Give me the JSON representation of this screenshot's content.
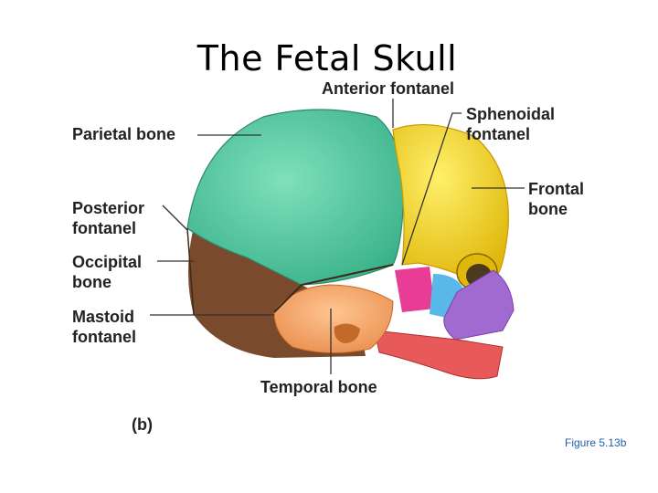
{
  "title": "The Fetal Skull",
  "labels": {
    "anterior_fontanel": "Anterior fontanel",
    "sphenoidal_fontanel": "Sphenoidal\nfontanel",
    "parietal_bone": "Parietal bone",
    "frontal_bone": "Frontal\nbone",
    "posterior_fontanel": "Posterior\nfontanel",
    "occipital_bone": "Occipital\nbone",
    "mastoid_fontanel": "Mastoid\nfontanel",
    "temporal_bone": "Temporal bone"
  },
  "panel_letter": "(b)",
  "figure_caption": "Figure 5.13b",
  "colors": {
    "parietal": "#4cc9a0",
    "frontal": "#f2d21e",
    "occipital": "#7a4a2c",
    "temporal": "#f5a868",
    "sphenoid": "#e83c96",
    "maxilla": "#a06ad0",
    "zygomatic": "#5ab8e8",
    "mandible": "#e85a5a",
    "leader": "#333333"
  }
}
